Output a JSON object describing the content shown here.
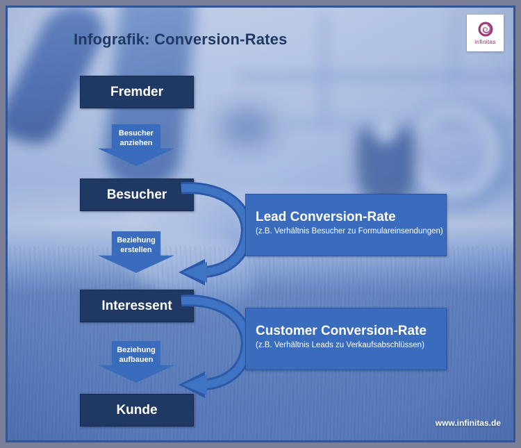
{
  "header": {
    "title": "Infografik: Conversion-Rates",
    "logo": {
      "name": "infinitas-logo",
      "wordmark": "infinitas",
      "mark_icon": "infinity-spiral-icon",
      "mark_color": "#9c3a78"
    }
  },
  "colors": {
    "stage_box": "#1f3864",
    "accent_blue": "#3a6cbd",
    "frame_border": "#2f5597",
    "outer_frame": "#7b8098",
    "title_text": "#1f3864",
    "text_on_blue": "#ffffff"
  },
  "funnel": {
    "stages": [
      {
        "id": "fremder",
        "label": "Fremder"
      },
      {
        "id": "besucher",
        "label": "Besucher"
      },
      {
        "id": "interessent",
        "label": "Interessent"
      },
      {
        "id": "kunde",
        "label": "Kunde"
      }
    ],
    "transitions": [
      {
        "id": "anziehen",
        "line1": "Besucher",
        "line2": "anziehen",
        "label": "Besucher\nanziehen"
      },
      {
        "id": "erstellen",
        "line1": "Beziehung",
        "line2": "erstellen",
        "label": "Beziehung\nerstellen"
      },
      {
        "id": "aufbauen",
        "line1": "Beziehung",
        "line2": "aufbauen",
        "label": "Beziehung\naufbauen"
      }
    ]
  },
  "rates": [
    {
      "id": "lead-conversion-rate",
      "title": "Lead Conversion-Rate",
      "subtitle": "(z.B. Verhältnis Besucher zu Formulareinsendungen)"
    },
    {
      "id": "customer-conversion-rate",
      "title": "Customer Conversion-Rate",
      "subtitle": "(z.B. Verhältnis Leads zu Verkaufsabschlüssen)"
    }
  ],
  "footer": {
    "website": "www.infinitas.de"
  }
}
